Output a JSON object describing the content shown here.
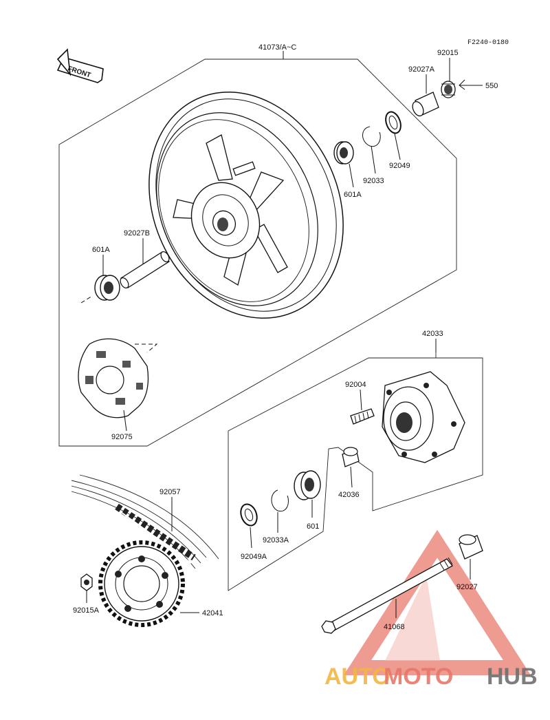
{
  "figure_code": "F2240-0180",
  "front_label": "FRONT",
  "watermark": {
    "text_auto": "AUTO",
    "text_moto": "MOTO",
    "text_hub": "HUB",
    "colors": {
      "auto": "#f2b640",
      "moto": "#e8776a",
      "hub": "#6f6f6f",
      "triangle": "#ec8a80"
    }
  },
  "parts": {
    "wheel": "41073/A~C",
    "collar_left": "92027A",
    "nut": "92015",
    "cotter_pin": "550",
    "bearing_right": "601A",
    "circlip": "92033",
    "oil_seal": "92049",
    "collar_b": "92027B",
    "bearing_left": "601A",
    "damper": "92075",
    "coupling": "42033",
    "stud": "92004",
    "collar_coupling": "42036",
    "bearing_coupling": "601",
    "circlip_a": "92033A",
    "oil_seal_a": "92049A",
    "chain": "92057",
    "sprocket": "42041",
    "sprocket_nut": "92015A",
    "axle": "41068",
    "collar_right": "92027"
  }
}
